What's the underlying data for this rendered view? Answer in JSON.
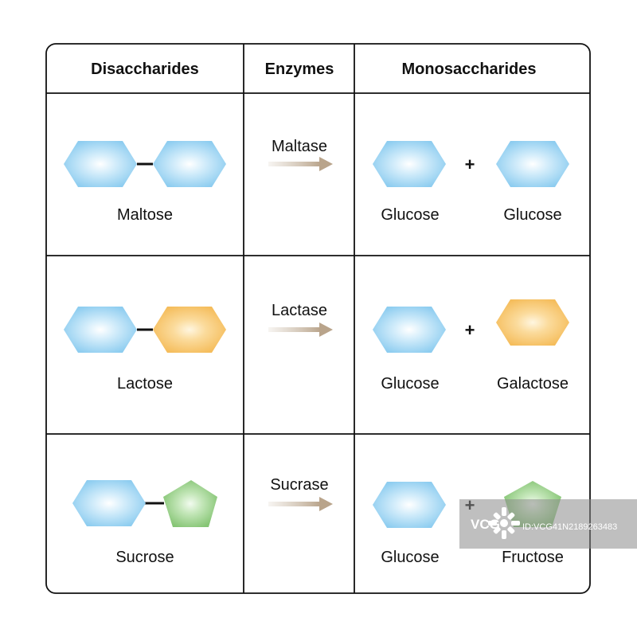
{
  "table": {
    "headers": {
      "disaccharides": "Disaccharides",
      "enzymes": "Enzymes",
      "monosaccharides": "Monosaccharides"
    },
    "rows": [
      {
        "disaccharide": "Maltose",
        "enzyme": "Maltase",
        "products": [
          "Glucose",
          "Glucose"
        ],
        "plus": "+"
      },
      {
        "disaccharide": "Lactose",
        "enzyme": "Lactase",
        "products": [
          "Glucose",
          "Galactose"
        ],
        "plus": "+"
      },
      {
        "disaccharide": "Sucrose",
        "enzyme": "Sucrase",
        "products": [
          "Glucose",
          "Fructose"
        ],
        "plus": "+"
      }
    ]
  },
  "colors": {
    "glucose": "#8ecdf0",
    "galactose": "#f7c468",
    "fructose": "#8fcc7e",
    "arrow": "#c8b8a4",
    "grid": "#111111"
  },
  "shapes": {
    "glucose": "hexagon",
    "galactose": "hexagon",
    "fructose": "pentagon"
  },
  "watermark": {
    "logo": "VCG",
    "id_text": "ID:VCG41N2189263483"
  }
}
